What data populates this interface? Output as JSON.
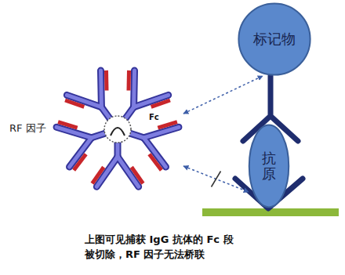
{
  "diagram": {
    "caption": "上图可见捕获 IgG 抗体的 Fc 段 被切除，RF 因子无法桥联",
    "nodes": [
      {
        "text": [
          "RF 因子",
          "Fc"
        ]
      },
      {
        "text": [
          "标记物"
        ]
      },
      {
        "text": [
          "抗原"
        ]
      }
    ],
    "edges": [
      {
        "from": 0,
        "to": 1,
        "arrow": "both"
      },
      {
        "from": 0,
        "to": 2,
        "arrow": "both"
      }
    ]
  }
}
